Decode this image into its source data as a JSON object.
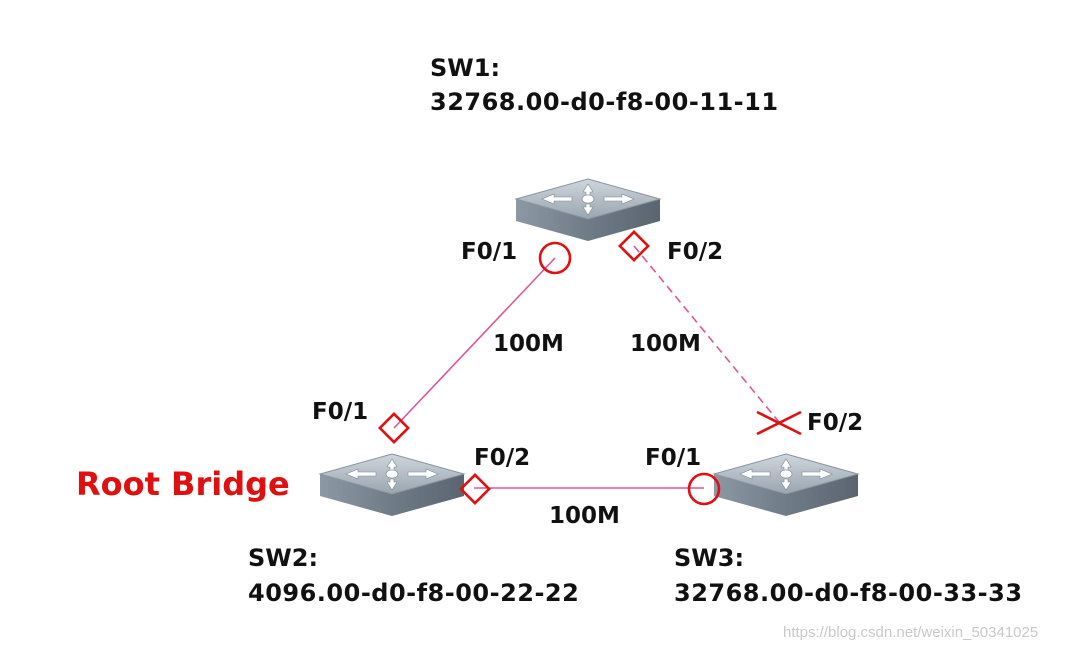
{
  "switches": {
    "sw1": {
      "name": "SW1:",
      "bridge_id": "32768.00-d0-f8-00-11-11"
    },
    "sw2": {
      "name": "SW2:",
      "bridge_id": "4096.00-d0-f8-00-22-22"
    },
    "sw3": {
      "name": "SW3:",
      "bridge_id": "32768.00-d0-f8-00-33-33"
    }
  },
  "root_bridge_label": "Root Bridge",
  "ports": {
    "sw1_f01": "F0/1",
    "sw1_f02": "F0/2",
    "sw2_f01": "F0/1",
    "sw2_f02": "F0/2",
    "sw3_f01": "F0/1",
    "sw3_f02": "F0/2"
  },
  "links": {
    "sw1_sw2": "100M",
    "sw1_sw3": "100M",
    "sw2_sw3": "100M"
  },
  "colors": {
    "link": "#e0559a",
    "port_marker": "#e01010",
    "root_label": "#e01010"
  },
  "watermark": "https://blog.csdn.net/weixin_50341025"
}
